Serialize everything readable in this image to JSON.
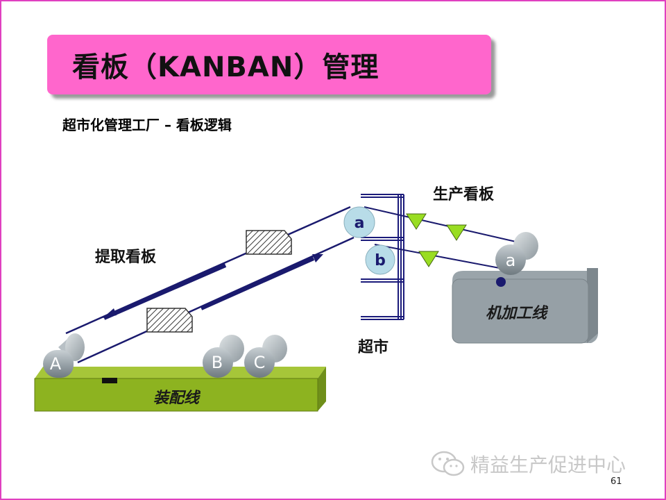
{
  "slide": {
    "title": "看板（KANBAN）管理",
    "subtitle": "超市化管理工厂 – 看板逻辑",
    "page_number": "61",
    "watermark": "精益生产促进中心"
  },
  "diagram": {
    "labels": {
      "withdrawal_kanban": "提取看板",
      "production_kanban": "生产看板",
      "supermarket": "超市",
      "assembly_line": "装配线",
      "machining_line": "机加工线"
    },
    "nodes": {
      "supermarket_a": "a",
      "supermarket_b": "b",
      "machining_a": "a",
      "assembly_A": "A",
      "assembly_B": "B",
      "assembly_C": "C"
    }
  }
}
